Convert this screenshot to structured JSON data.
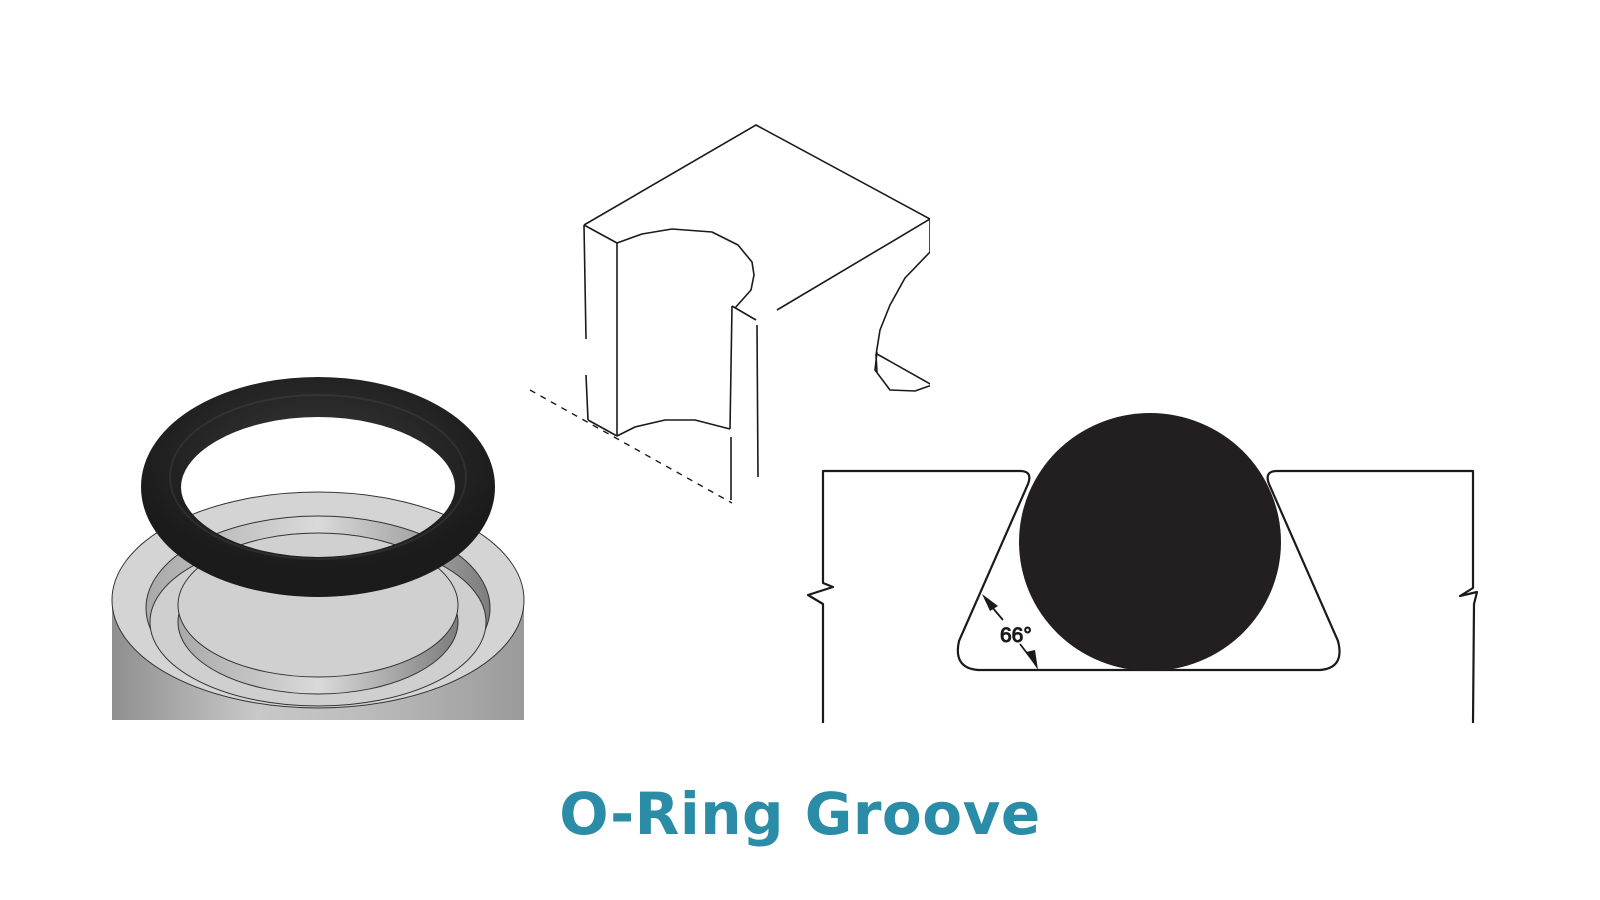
{
  "title": "O-Ring Groove",
  "colors": {
    "title": "#2a8ca6",
    "oring": "#1e1e1e",
    "line": "#1a1a1a",
    "gland_light": "#d2d2d2",
    "gland_dark": "#8a8a8a",
    "background": "#ffffff"
  },
  "figures": [
    {
      "id": "oring-3d",
      "description": "3D render of black O-ring above cylindrical gland with groove"
    },
    {
      "id": "isometric-groove",
      "description": "Isometric line drawing of block with cylindrical groove cut, dashed base line"
    },
    {
      "id": "groove-cross-section",
      "description": "Cross-section of dovetail groove with O-ring cross-section, break lines on sides"
    }
  ],
  "annotations": {
    "angle": "66°"
  }
}
